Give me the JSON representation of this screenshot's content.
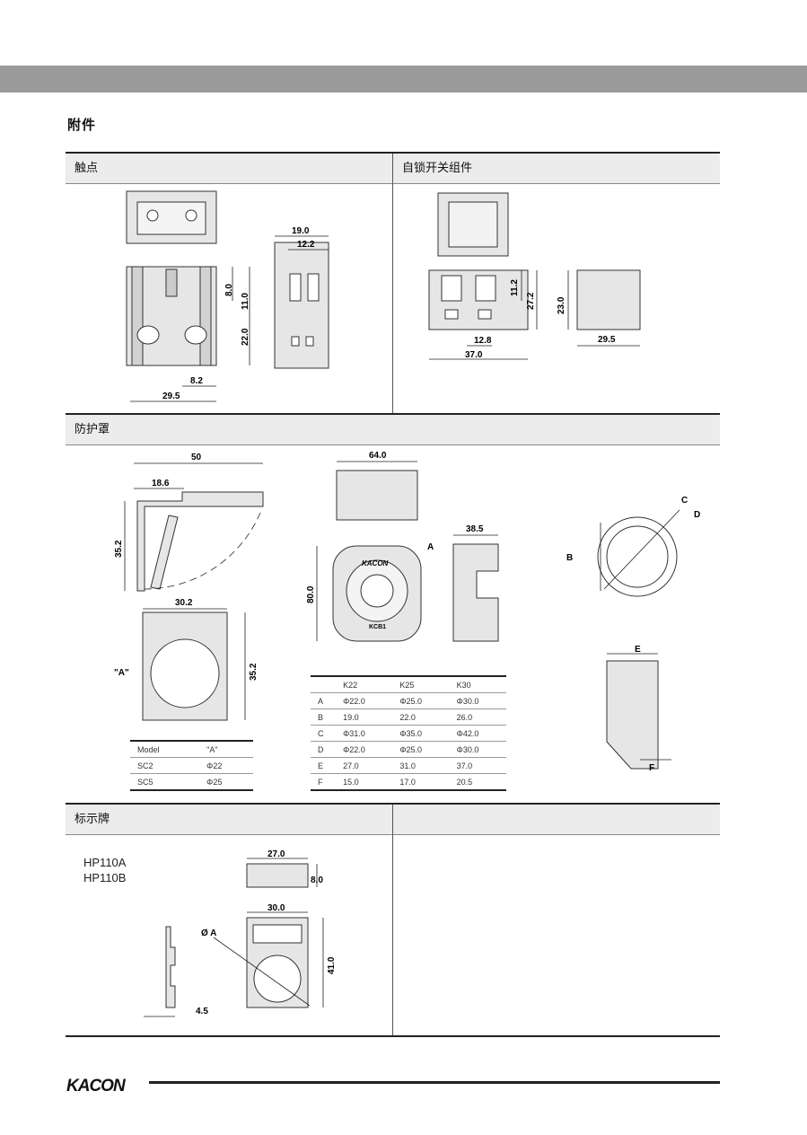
{
  "page": {
    "title": "附件"
  },
  "sections": {
    "contacts": {
      "title": "触点",
      "dims": {
        "d19": "19.0",
        "d12_2": "12.2",
        "d8": "8.0",
        "d11": "11.0",
        "d22": "22.0",
        "d8_2": "8.2",
        "d29_5": "29.5"
      }
    },
    "self_lock": {
      "title": "自锁开关组件",
      "dims": {
        "d11_2": "11.2",
        "d27_2": "27.2",
        "d12_8": "12.8",
        "d37": "37.0",
        "d23": "23.0",
        "d29_5": "29.5"
      }
    },
    "guard": {
      "title": "防护罩",
      "dims": {
        "d50": "50",
        "d18_6": "18.6",
        "d35_2a": "35.2",
        "d30_2": "30.2",
        "d35_2b": "35.2",
        "a_mark": "\"A\"",
        "d64": "64.0",
        "d38_5": "38.5",
        "d80": "80.0",
        "lbl_a": "A",
        "lbl_b": "B",
        "lbl_c": "C",
        "lbl_d": "D",
        "lbl_e": "E",
        "lbl_f": "F",
        "logo": "KACON",
        "kcb": "KCB1"
      }
    },
    "nameplate": {
      "title": "标示牌",
      "models": [
        "HP110A",
        "HP110B"
      ],
      "dims": {
        "d27": "27.0",
        "d8": "8.0",
        "d30": "30.0",
        "phi_a": "Ø A",
        "d41": "41.0",
        "d4_5": "4.5"
      }
    },
    "blank": {
      "title": ""
    }
  },
  "tables": {
    "sc": {
      "headers": [
        "Model",
        "\"A\""
      ],
      "rows": [
        [
          "SC2",
          "Φ22"
        ],
        [
          "SC5",
          "Φ25"
        ]
      ]
    },
    "k": {
      "headers": [
        "",
        "K22",
        "K25",
        "K30"
      ],
      "rows": [
        [
          "A",
          "Φ22.0",
          "Φ25.0",
          "Φ30.0"
        ],
        [
          "B",
          "19.0",
          "22.0",
          "26.0"
        ],
        [
          "C",
          "Φ31.0",
          "Φ35.0",
          "Φ42.0"
        ],
        [
          "D",
          "Φ22.0",
          "Φ25.0",
          "Φ30.0"
        ],
        [
          "E",
          "27.0",
          "31.0",
          "37.0"
        ],
        [
          "F",
          "15.0",
          "17.0",
          "20.5"
        ]
      ]
    }
  },
  "footer": {
    "brand": "KACON"
  }
}
